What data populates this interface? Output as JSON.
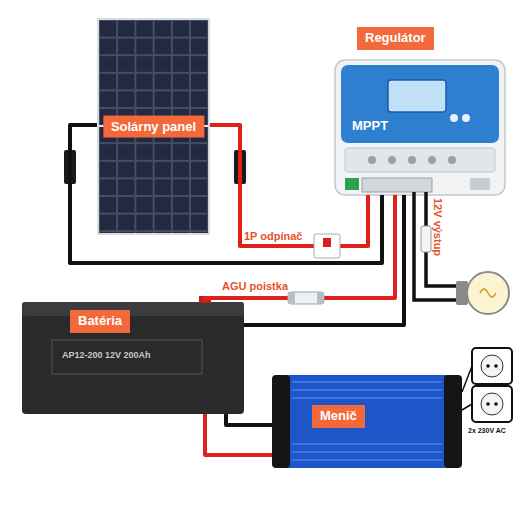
{
  "diagram": {
    "nodes": [
      {
        "text": [
          "Solárny panel"
        ]
      },
      {
        "text": [
          "Regulátor"
        ]
      },
      {
        "text": [
          "Batéria"
        ]
      },
      {
        "text": [
          "Menič"
        ]
      }
    ],
    "edges": [
      {
        "from": 0,
        "to": 1,
        "arrow": "none"
      },
      {
        "from": 0,
        "to": 1,
        "arrow": "none"
      },
      {
        "from": 1,
        "to": 2,
        "arrow": "none"
      },
      {
        "from": 1,
        "to": 2,
        "arrow": "none"
      },
      {
        "from": 2,
        "to": 3,
        "arrow": "none"
      },
      {
        "from": 2,
        "to": 3,
        "arrow": "none"
      }
    ],
    "labels": [
      "1P odpínač",
      "AGU poistka",
      "12V výstup",
      "2x 230V AC",
      "MPPT",
      "AP12-200 12V 200Ah"
    ]
  }
}
